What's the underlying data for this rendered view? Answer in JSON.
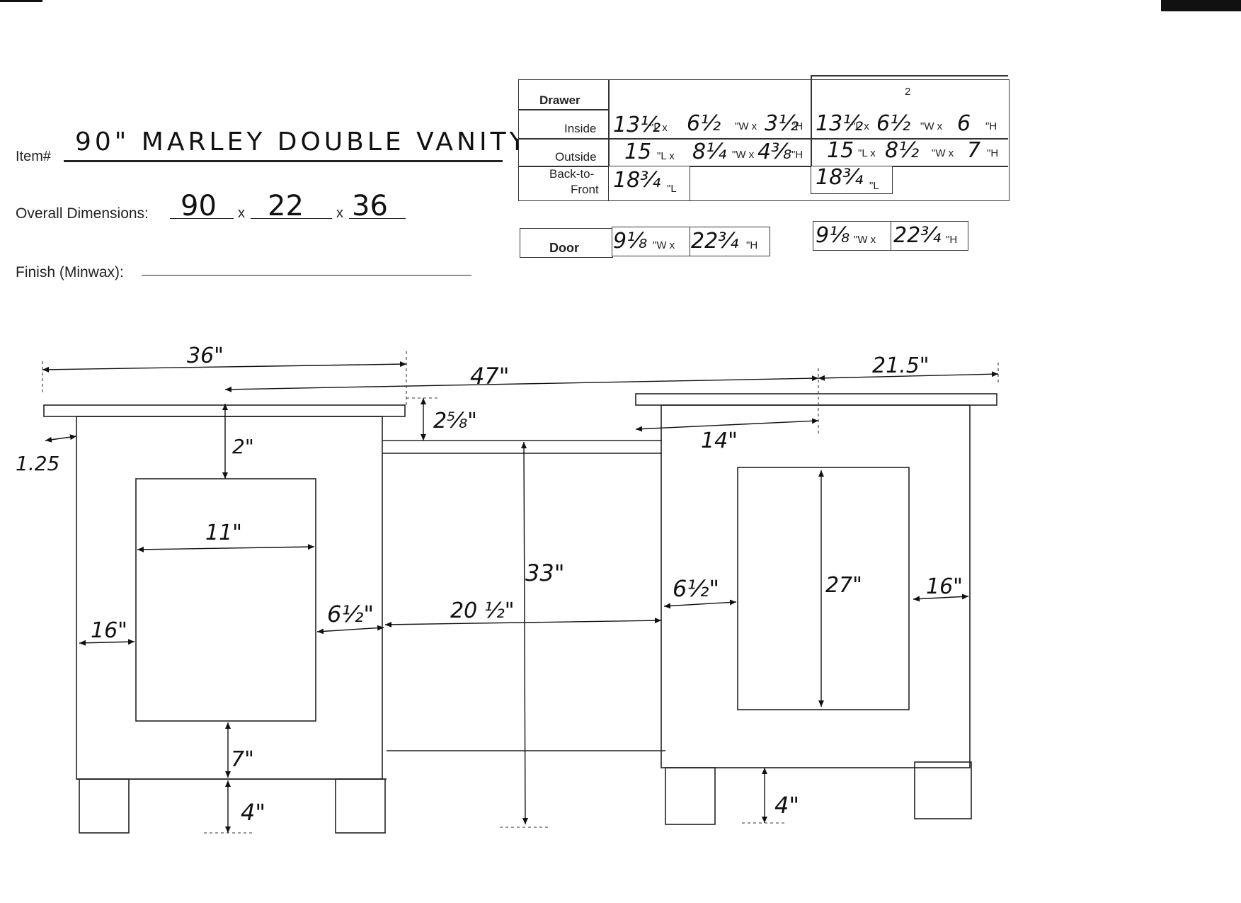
{
  "form": {
    "item_label": "Item#",
    "item_value": "90\" MARLEY DOUBLE VANITY",
    "overall_label": "Overall Dimensions:",
    "overall_w": "90",
    "overall_d": "22",
    "overall_h": "36",
    "x1": "x",
    "x2": "x",
    "finish_label": "Finish (Minwax):",
    "finish_value": ""
  },
  "drawer_table": {
    "header": "Drawer",
    "col2_number": "2",
    "row_inside": "Inside",
    "row_outside": "Outside",
    "row_b2f_1": "Back-to-",
    "row_b2f_2": "Front",
    "d1": {
      "inside_l": "13½",
      "inside_w": "6½",
      "inside_h": "3½",
      "outside_l": "15",
      "outside_w": "8¼",
      "outside_h": "4⅜",
      "b2f": "18¾"
    },
    "d2": {
      "inside_l": "13½",
      "inside_w": "6½",
      "inside_h": "6",
      "outside_l": "15",
      "outside_w": "8½",
      "outside_h": "7",
      "b2f": "18¾"
    },
    "unit_l": "\"L x",
    "unit_w": "\"W x",
    "unit_h": "\"H",
    "unit_l_only": "\"L"
  },
  "door_table": {
    "label": "Door",
    "d1_w": "9⅛",
    "d1_h": "22¾",
    "d2_w": "9⅛",
    "d2_h": "22¾",
    "unit_w": "\"W x",
    "unit_h": "\"H"
  },
  "dims": {
    "top_left_width": "36\"",
    "center_span": "47\"",
    "right_overhang": "21.5\"",
    "top_thickness": "2⅝\"",
    "left_overhang": "1.25",
    "left_top_rail": "2\"",
    "right_inner": "14\"",
    "left_door_width": "11\"",
    "center_height": "33\"",
    "left_side_stile": "16\"",
    "left_mid_stile": "6½\"",
    "center_opening": "20 ½\"",
    "right_mid_stile": "6½\"",
    "right_door_height": "27\"",
    "right_side_stile": "16\"",
    "left_bottom_rail": "7\"",
    "left_toe": "4\"",
    "right_toe": "4\""
  },
  "colors": {
    "ink": "#111111",
    "paper": "#ffffff",
    "scanbar": "#111111"
  }
}
